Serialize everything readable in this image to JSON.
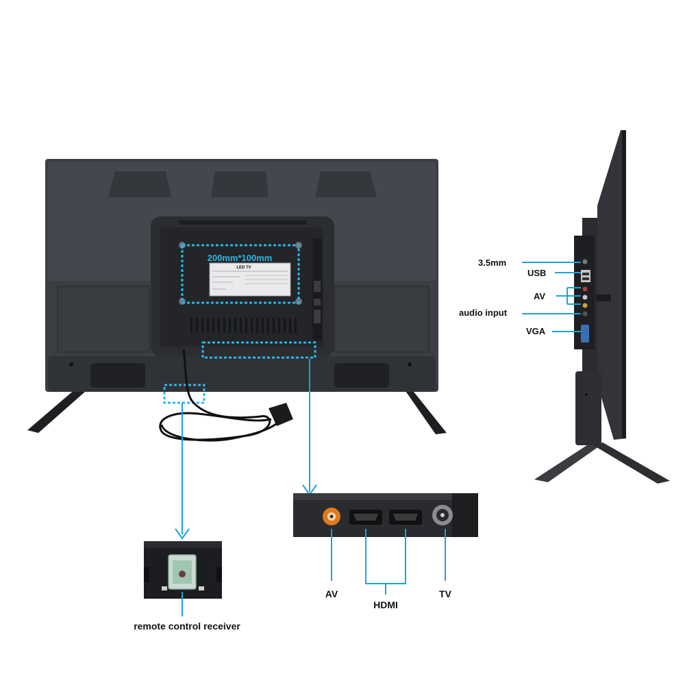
{
  "colors": {
    "accent_blue": "#1aa3d9",
    "tv_body": "#3a3d42",
    "tv_body_dark": "#26282c",
    "panel_dark": "#1b1c1f",
    "av_orange": "#e07a1e"
  },
  "rear_view": {
    "vesa_label": "200mm*100mm",
    "sticker_title": "LED TV"
  },
  "side_ports": {
    "labels": [
      "3.5mm",
      "USB",
      "AV",
      "audio input",
      "VGA"
    ]
  },
  "bottom_ports": {
    "av": "AV",
    "hdmi": "HDMI",
    "tv": "TV"
  },
  "remote_receiver": {
    "label": "remote control receiver"
  }
}
